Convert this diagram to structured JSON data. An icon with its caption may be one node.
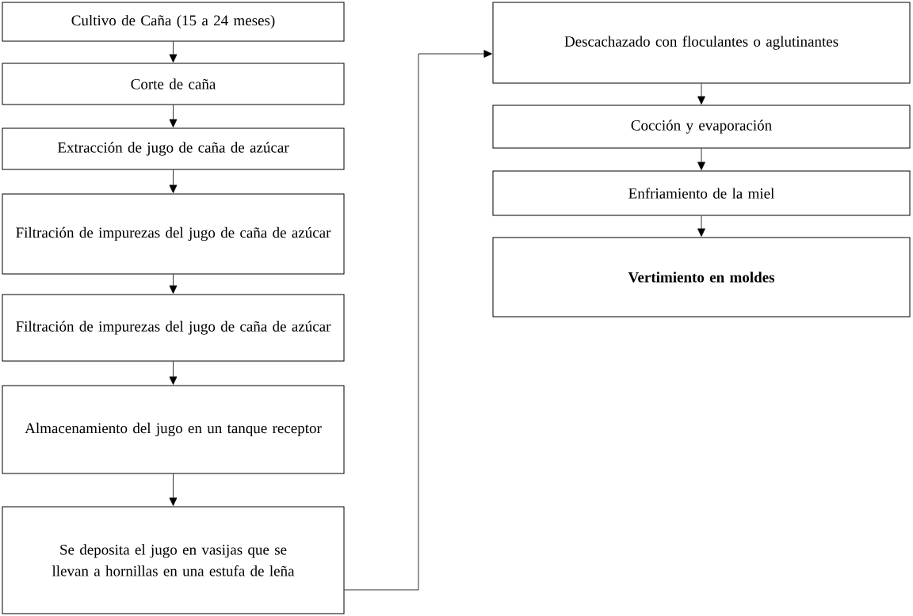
{
  "diagram": {
    "nodes": [
      {
        "text": [
          "Cultivo de Caña (15 a 24 meses)"
        ]
      },
      {
        "text": [
          "Corte de caña"
        ]
      },
      {
        "text": [
          "Extracción de jugo de caña de azúcar"
        ]
      },
      {
        "text": [
          "Filtración de impurezas del jugo de caña de azúcar"
        ]
      },
      {
        "text": [
          "Filtración de impurezas del jugo de caña de azúcar"
        ]
      },
      {
        "text": [
          "Almacenamiento del jugo en un tanque receptor"
        ]
      },
      {
        "text": [
          "Se deposita el jugo en vasijas que se llevan a hornillas en una estufa de leña"
        ]
      },
      {
        "text": [
          "Descachazado con floculantes o aglutinantes"
        ]
      },
      {
        "text": [
          "Cocción y evaporación"
        ]
      },
      {
        "text": [
          "Enfriamiento de la miel"
        ]
      },
      {
        "text": [
          "Vertimiento en moldes"
        ]
      }
    ],
    "edges": [
      {
        "from": 0,
        "to": 1,
        "arrow": "to"
      },
      {
        "from": 1,
        "to": 2,
        "arrow": "to"
      },
      {
        "from": 2,
        "to": 3,
        "arrow": "to"
      },
      {
        "from": 3,
        "to": 4,
        "arrow": "to"
      },
      {
        "from": 4,
        "to": 5,
        "arrow": "to"
      },
      {
        "from": 5,
        "to": 6,
        "arrow": "to"
      },
      {
        "from": 6,
        "to": 7,
        "arrow": "to"
      },
      {
        "from": 7,
        "to": 8,
        "arrow": "to"
      },
      {
        "from": 8,
        "to": 9,
        "arrow": "to"
      },
      {
        "from": 9,
        "to": 10,
        "arrow": "to"
      }
    ]
  }
}
